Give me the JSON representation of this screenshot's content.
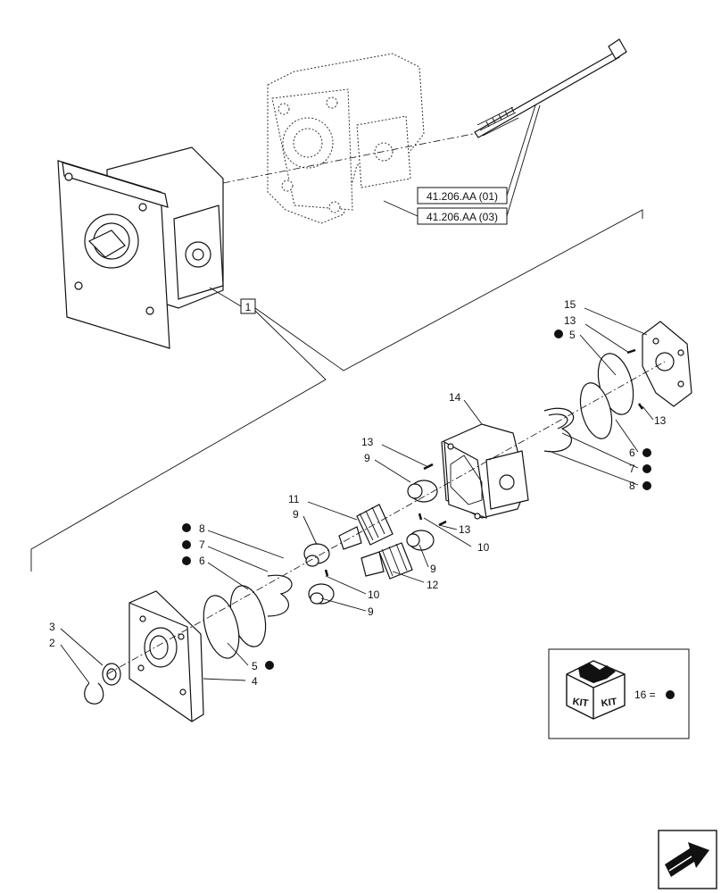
{
  "references": [
    {
      "id": "ref-41206aa-01",
      "text": "41.206.AA (01)"
    },
    {
      "id": "ref-41206aa-03",
      "text": "41.206.AA (03)"
    }
  ],
  "group_label": "1",
  "callouts": {
    "c15": "15",
    "c13a": "13",
    "c5a": "5",
    "c13b": "13",
    "c14": "14",
    "c6a": "6",
    "c7a": "7",
    "c8a": "8",
    "c13c": "13",
    "c9a": "9",
    "c11": "11",
    "c9b": "9",
    "c13d": "13",
    "c10a": "10",
    "c8b": "8",
    "c7b": "7",
    "c6b": "6",
    "c9c": "9",
    "c12": "12",
    "c10b": "10",
    "c9d": "9",
    "c3": "3",
    "c2": "2",
    "c5b": "5",
    "c4": "4"
  },
  "kit": {
    "box_text_1": "KIT",
    "box_text_2": "KIT",
    "legend_text": "16 ="
  },
  "icons": {
    "kit_marker": "filled-circle",
    "navigation": "next-page-arrow-icon"
  }
}
